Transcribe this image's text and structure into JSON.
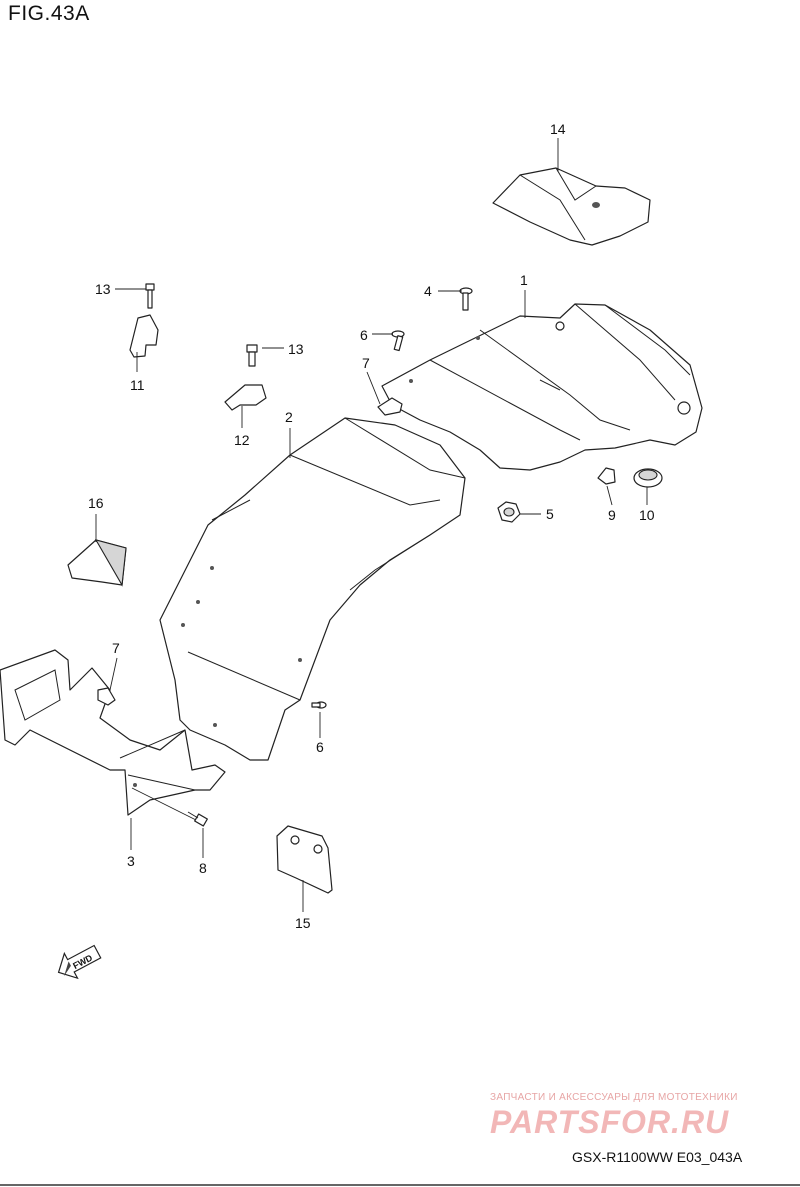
{
  "figure_title": "FIG.43A",
  "model_code": "GSX-R1100WW   E03_043A",
  "watermark": {
    "subtitle": "ЗАПЧАСТИ И АКСЕССУАРЫ ДЛЯ МОТОТЕХНИКИ",
    "brand": "PARTSFOR.RU"
  },
  "fwd_arrow_label": "FWD",
  "parts": [
    {
      "number": "1"
    },
    {
      "number": "2"
    },
    {
      "number": "3"
    },
    {
      "number": "4"
    },
    {
      "number": "5"
    },
    {
      "number": "6"
    },
    {
      "number": "6"
    },
    {
      "number": "7"
    },
    {
      "number": "7"
    },
    {
      "number": "8"
    },
    {
      "number": "9"
    },
    {
      "number": "10"
    },
    {
      "number": "11"
    },
    {
      "number": "12"
    },
    {
      "number": "13"
    },
    {
      "number": "13"
    },
    {
      "number": "14"
    },
    {
      "number": "15"
    },
    {
      "number": "16"
    }
  ]
}
